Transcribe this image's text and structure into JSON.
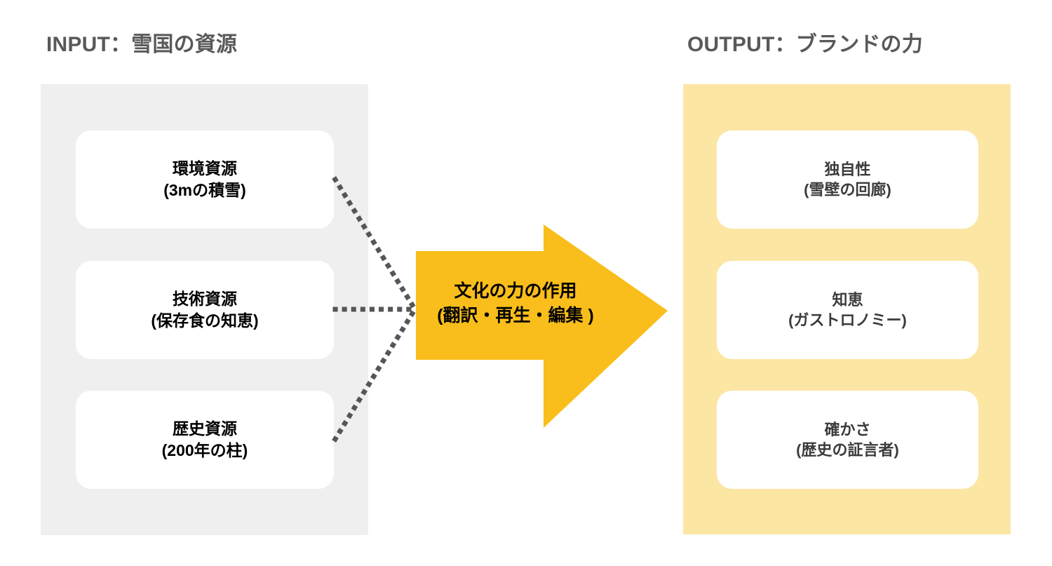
{
  "colors": {
    "panel_input_bg": "#efefef",
    "panel_output_bg": "#fce6a4",
    "arrow_fill": "#F9BE1B",
    "card_bg": "#ffffff",
    "header_text": "#595959",
    "input_card_text": "#000000",
    "output_card_text": "#3b3b3b",
    "connector_stroke": "#565656"
  },
  "input": {
    "header": "INPUT：雪国の資源",
    "cards": [
      {
        "title": "環境資源",
        "detail": "(3mの積雪)"
      },
      {
        "title": "技術資源",
        "detail": "(保存食の知恵)"
      },
      {
        "title": "歴史資源",
        "detail": "(200年の柱)"
      }
    ]
  },
  "output": {
    "header": "OUTPUT：ブランドの力",
    "cards": [
      {
        "title": "独自性",
        "detail": "(雪壁の回廊)"
      },
      {
        "title": "知恵",
        "detail": "(ガストロノミー)"
      },
      {
        "title": "確かさ",
        "detail": "(歴史の証言者)"
      }
    ]
  },
  "arrow": {
    "label_line1": "文化の力の作用",
    "label_line2": "(翻訳・再生・編集 )"
  }
}
